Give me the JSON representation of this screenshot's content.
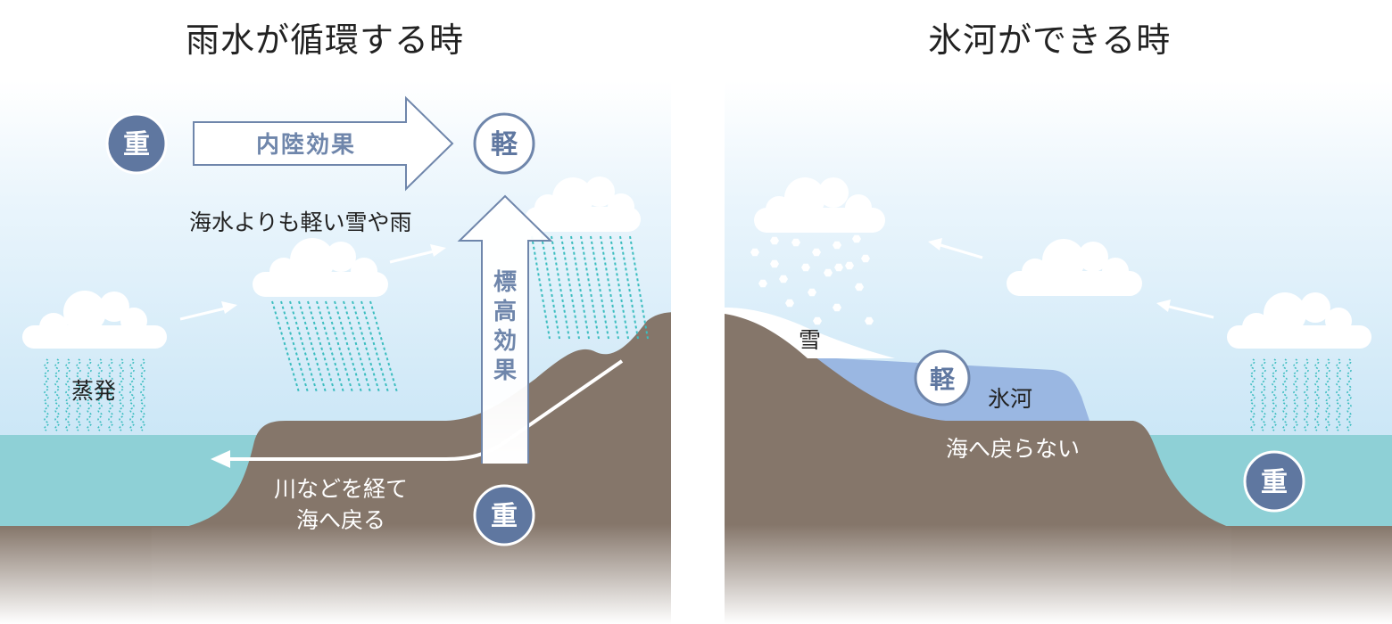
{
  "panels": {
    "rain": {
      "title": "雨水が循環する時",
      "inland_effect": "内陸効果",
      "light_rain_snow": "海水よりも軽い雪や雨",
      "elevation_effect": [
        "標",
        "高",
        "効",
        "果"
      ],
      "evaporation": "蒸発",
      "return_line_1": "川などを経て",
      "return_line_2": "海へ戻る",
      "badge_heavy": "重",
      "badge_light": "軽"
    },
    "glacier": {
      "title": "氷河ができる時",
      "snow": "雪",
      "glacier": "氷河",
      "no_return": "海へ戻らない",
      "badge_light": "軽",
      "badge_heavy": "重"
    }
  },
  "colors": {
    "sky_top": "#ffffff",
    "sky_bottom": "#b6dcf2",
    "sea": "#8ed0d6",
    "ground": "#85766a",
    "ground_fade": "#ffffff",
    "badge_fill": "#5f77a0",
    "arrow_stroke": "#6f86ab",
    "glacier_fill": "#9ab7e2",
    "rain_dash": "#3bbdbf"
  }
}
